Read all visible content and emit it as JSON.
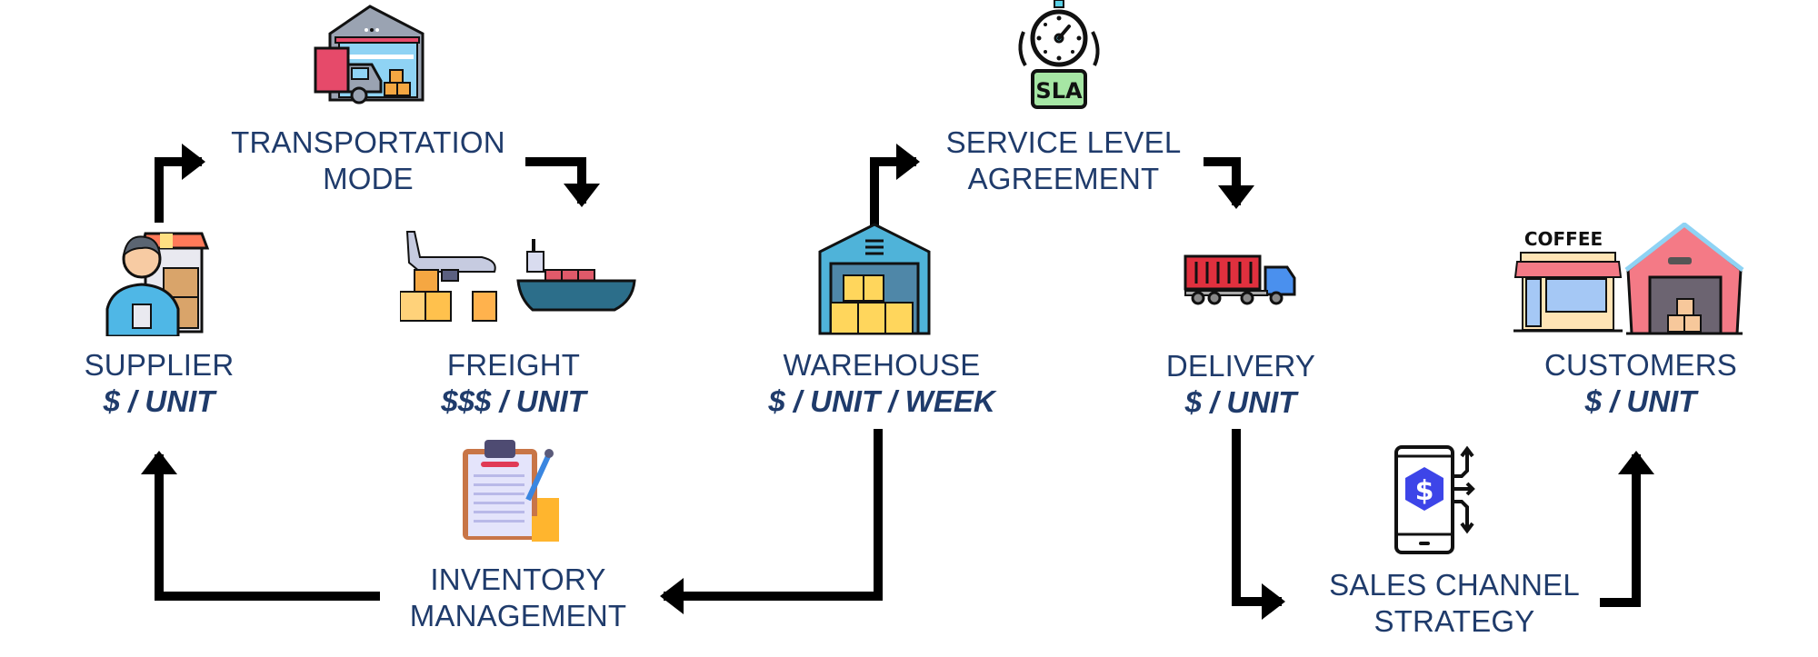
{
  "diagram": {
    "nodes": {
      "transportation_mode": {
        "label_line1": "TRANSPORTATION",
        "label_line2": "MODE",
        "icon": "warehouse-truck-icon"
      },
      "service_level_agreement": {
        "label_line1": "SERVICE LEVEL",
        "label_line2": "AGREEMENT",
        "icon": "stopwatch-sla-icon",
        "icon_text": "SLA"
      },
      "supplier": {
        "label": "SUPPLIER",
        "cost": "$ / UNIT",
        "icon": "supplier-shop-icon"
      },
      "freight": {
        "label": "FREIGHT",
        "cost": "$$$ / UNIT",
        "icon": "plane-ship-freight-icon"
      },
      "warehouse": {
        "label": "WAREHOUSE",
        "cost": "$ / UNIT / WEEK",
        "icon": "warehouse-boxes-icon"
      },
      "delivery": {
        "label": "DELIVERY",
        "cost": "$ / UNIT",
        "icon": "container-truck-icon"
      },
      "customers": {
        "label": "CUSTOMERS",
        "cost": "$ / UNIT",
        "icon": "coffee-shop-house-icon",
        "icon_text": "COFFEE"
      },
      "inventory_management": {
        "label_line1": "INVENTORY",
        "label_line2": "MANAGEMENT",
        "icon": "clipboard-boxes-icon"
      },
      "sales_channel_strategy": {
        "label_line1": "SALES CHANNEL",
        "label_line2": "STRATEGY",
        "icon": "phone-dollar-icon",
        "icon_text": "$"
      }
    },
    "edges": [
      {
        "from": "supplier",
        "to": "transportation_mode"
      },
      {
        "from": "transportation_mode",
        "to": "freight"
      },
      {
        "from": "warehouse",
        "to": "service_level_agreement"
      },
      {
        "from": "service_level_agreement",
        "to": "delivery"
      },
      {
        "from": "warehouse",
        "to": "inventory_management"
      },
      {
        "from": "inventory_management",
        "to": "supplier"
      },
      {
        "from": "delivery",
        "to": "sales_channel_strategy"
      },
      {
        "from": "sales_channel_strategy",
        "to": "customers"
      }
    ],
    "colors": {
      "text": "#1f3b6b",
      "arrows": "#000000"
    }
  }
}
